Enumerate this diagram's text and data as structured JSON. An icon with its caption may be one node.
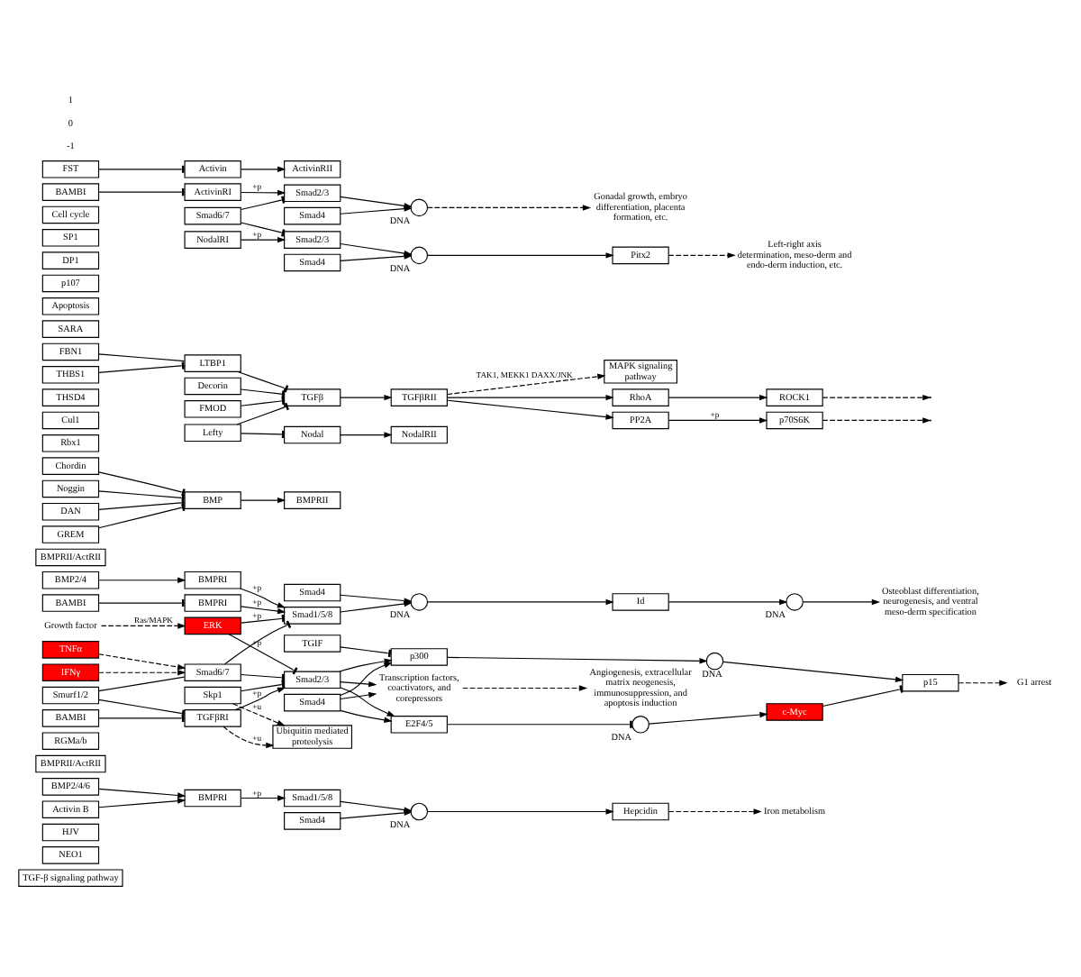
{
  "diagram": {
    "nodes": [
      {
        "text": [
          "TGF-β signaling pathway"
        ]
      },
      {
        "text": [
          "NEO1"
        ]
      },
      {
        "text": [
          "HJV"
        ]
      },
      {
        "text": [
          "BMP2/4/6"
        ]
      },
      {
        "text": [
          "Activin B"
        ]
      },
      {
        "text": [
          "BMPRI"
        ]
      },
      {
        "text": [
          "BMPRII/ActRII"
        ]
      },
      {
        "text": [
          "Smad1/5/8"
        ]
      },
      {
        "text": [
          "Smad4"
        ]
      },
      {
        "text": [
          "DNA"
        ]
      },
      {
        "text": [
          "Hepcidin"
        ]
      },
      {
        "text": [
          "Iron metabolism"
        ]
      },
      {
        "text": [
          "RGMa/b"
        ]
      },
      {
        "text": [
          "BMP2/4"
        ]
      },
      {
        "text": [
          "BMPRI"
        ]
      },
      {
        "text": [
          "BMPRII/ActRII"
        ]
      },
      {
        "text": [
          "Chordin"
        ]
      },
      {
        "text": [
          "Noggin"
        ]
      },
      {
        "text": [
          "BAMBI"
        ]
      },
      {
        "text": [
          "DAN"
        ]
      },
      {
        "text": [
          "BMP"
        ]
      },
      {
        "text": [
          "GREM"
        ]
      },
      {
        "text": [
          "BMPRI"
        ]
      },
      {
        "text": [
          "BMPRII"
        ]
      },
      {
        "text": [
          "Smad1/5/8"
        ]
      },
      {
        "text": [
          "Smad4"
        ]
      },
      {
        "text": [
          "DNA"
        ]
      },
      {
        "text": [
          "Id"
        ]
      },
      {
        "text": [
          "DNA"
        ]
      },
      {
        "text": [
          "Osteoblast differentiation, neurogenesis, and ventral meso-derm specification"
        ]
      },
      {
        "text": [
          "Growth factor"
        ]
      },
      {
        "text": [
          "ERK"
        ]
      },
      {
        "text": [
          "IFNγ"
        ]
      },
      {
        "text": [
          "TNFα"
        ]
      },
      {
        "text": [
          "Smad6/7"
        ]
      },
      {
        "text": [
          "Smurf1/2"
        ]
      },
      {
        "text": [
          "Rbx1"
        ]
      },
      {
        "text": [
          "Cul1"
        ]
      },
      {
        "text": [
          "Skp1"
        ]
      },
      {
        "text": [
          "THSD4"
        ]
      },
      {
        "text": [
          "FBN1"
        ]
      },
      {
        "text": [
          "THBS1"
        ]
      },
      {
        "text": [
          "LTBP1"
        ]
      },
      {
        "text": [
          "BAMBI"
        ]
      },
      {
        "text": [
          "Decorin"
        ]
      },
      {
        "text": [
          "TGFβ"
        ]
      },
      {
        "text": [
          "FMOD"
        ]
      },
      {
        "text": [
          "TGFβRI"
        ]
      },
      {
        "text": [
          "TGFβRII"
        ]
      },
      {
        "text": [
          "Smad2/3"
        ]
      },
      {
        "text": [
          "SARA"
        ]
      },
      {
        "text": [
          "Smad4"
        ]
      },
      {
        "text": [
          "Ubiquitin mediated proteolysis"
        ]
      },
      {
        "text": [
          "Transcription factors, coactivators, and corepressors"
        ]
      },
      {
        "text": [
          "Angiogenesis, extracellular matrix neogenesis, immunosuppression, and apoptosis induction"
        ]
      },
      {
        "text": [
          "Apoptosis"
        ]
      },
      {
        "text": [
          "p107"
        ]
      },
      {
        "text": [
          "E2F4/5"
        ]
      },
      {
        "text": [
          "DP1"
        ]
      },
      {
        "text": [
          "DNA"
        ]
      },
      {
        "text": [
          "c-Myc"
        ]
      },
      {
        "text": [
          "p300"
        ]
      },
      {
        "text": [
          "SP1"
        ]
      },
      {
        "text": [
          "DNA"
        ]
      },
      {
        "text": [
          "p15"
        ]
      },
      {
        "text": [
          "TGIF"
        ]
      },
      {
        "text": [
          "G1 arrest"
        ]
      },
      {
        "text": [
          "Cell cycle"
        ]
      },
      {
        "text": [
          "MAPK signaling pathway"
        ]
      },
      {
        "text": [
          "RhoA"
        ]
      },
      {
        "text": [
          "ROCK1"
        ]
      },
      {
        "text": [
          "PP2A"
        ]
      },
      {
        "text": [
          "p70S6K"
        ]
      },
      {
        "text": [
          "Lefty"
        ]
      },
      {
        "text": [
          "BAMBI"
        ]
      },
      {
        "text": [
          "ActivinRI"
        ]
      },
      {
        "text": [
          "ActivinRII"
        ]
      },
      {
        "text": [
          "FST"
        ]
      },
      {
        "text": [
          "Activin"
        ]
      },
      {
        "text": [
          "Smad2/3"
        ]
      },
      {
        "text": [
          "Smad6/7"
        ]
      },
      {
        "text": [
          "Smad4"
        ]
      },
      {
        "text": [
          "DNA"
        ]
      },
      {
        "text": [
          "Gonadal growth, embryo differentiation, placenta formation, etc."
        ]
      },
      {
        "text": [
          "Nodal"
        ]
      },
      {
        "text": [
          "NodalRI"
        ]
      },
      {
        "text": [
          "NodalRII"
        ]
      },
      {
        "text": [
          "Smad2/3"
        ]
      },
      {
        "text": [
          "Smad4"
        ]
      },
      {
        "text": [
          "DNA"
        ]
      },
      {
        "text": [
          "Pitx2"
        ]
      },
      {
        "text": [
          "Left-right axis determination, meso-derm and endo-derm induction, etc."
        ]
      }
    ],
    "edges": [
      {
        "from": 3,
        "to": 5,
        "arrow": "to"
      },
      {
        "from": 4,
        "to": 5,
        "arrow": "to"
      },
      {
        "from": 5,
        "to": 7,
        "arrow": "to",
        "label": "+p"
      },
      {
        "from": 7,
        "to": 9,
        "arrow": "to"
      },
      {
        "from": 8,
        "to": 9,
        "arrow": "to"
      },
      {
        "from": 9,
        "to": 10,
        "arrow": "to"
      },
      {
        "from": 10,
        "to": 11,
        "arrow": "to",
        "style": "dashed"
      },
      {
        "from": 13,
        "to": 14,
        "arrow": "to"
      },
      {
        "from": 14,
        "to": 24,
        "arrow": "to",
        "label": "+p"
      },
      {
        "from": 22,
        "to": 24,
        "arrow": "to",
        "label": "+p"
      },
      {
        "from": 16,
        "to": 20,
        "arrow": "other"
      },
      {
        "from": 17,
        "to": 20,
        "arrow": "other"
      },
      {
        "from": 19,
        "to": 20,
        "arrow": "other"
      },
      {
        "from": 21,
        "to": 20,
        "arrow": "other"
      },
      {
        "from": 20,
        "to": 23,
        "arrow": "to"
      },
      {
        "from": 18,
        "to": 22,
        "arrow": "other"
      },
      {
        "from": 24,
        "to": 26,
        "arrow": "to"
      },
      {
        "from": 25,
        "to": 26,
        "arrow": "to"
      },
      {
        "from": 26,
        "to": 27,
        "arrow": "to"
      },
      {
        "from": 27,
        "to": 28,
        "arrow": "to"
      },
      {
        "from": 28,
        "to": 29,
        "arrow": "to"
      },
      {
        "from": 34,
        "to": 24,
        "arrow": "other"
      },
      {
        "from": 34,
        "to": 49,
        "arrow": "other"
      },
      {
        "from": 30,
        "to": 31,
        "arrow": "to",
        "style": "dashed",
        "label": "Ras/MAPK"
      },
      {
        "from": 31,
        "to": 24,
        "arrow": "other",
        "label": "+p"
      },
      {
        "from": 31,
        "to": 49,
        "arrow": "other",
        "label": "+p"
      },
      {
        "from": 32,
        "to": 34,
        "arrow": "to",
        "style": "dashed"
      },
      {
        "from": 33,
        "to": 34,
        "arrow": "to",
        "style": "dashed"
      },
      {
        "from": 35,
        "to": 34,
        "arrow": "none"
      },
      {
        "from": 35,
        "to": 47,
        "arrow": "other"
      },
      {
        "from": 38,
        "to": 49,
        "arrow": "other"
      },
      {
        "from": 40,
        "to": 42,
        "arrow": "none"
      },
      {
        "from": 41,
        "to": 42,
        "arrow": "other"
      },
      {
        "from": 42,
        "to": 45,
        "arrow": "other"
      },
      {
        "from": 44,
        "to": 45,
        "arrow": "other"
      },
      {
        "from": 46,
        "to": 45,
        "arrow": "other"
      },
      {
        "from": 43,
        "to": 47,
        "arrow": "other"
      },
      {
        "from": 45,
        "to": 48,
        "arrow": "to"
      },
      {
        "from": 47,
        "to": 49,
        "arrow": "to",
        "label": "+p"
      },
      {
        "from": 47,
        "to": 52,
        "arrow": "to",
        "style": "dashed",
        "label": "+u"
      },
      {
        "from": 38,
        "to": 52,
        "arrow": "to",
        "style": "dashed",
        "label": "+u"
      },
      {
        "from": 49,
        "to": 53,
        "arrow": "to"
      },
      {
        "from": 49,
        "to": 57,
        "arrow": "to"
      },
      {
        "from": 49,
        "to": 61,
        "arrow": "to"
      },
      {
        "from": 51,
        "to": 53,
        "arrow": "to"
      },
      {
        "from": 51,
        "to": 57,
        "arrow": "to"
      },
      {
        "from": 51,
        "to": 61,
        "arrow": "to"
      },
      {
        "from": 53,
        "to": 54,
        "arrow": "to",
        "style": "dashed"
      },
      {
        "from": 57,
        "to": 59,
        "arrow": "other"
      },
      {
        "from": 59,
        "to": 60,
        "arrow": "to"
      },
      {
        "from": 60,
        "to": 64,
        "arrow": "other"
      },
      {
        "from": 61,
        "to": 63,
        "arrow": "to"
      },
      {
        "from": 63,
        "to": 64,
        "arrow": "to"
      },
      {
        "from": 64,
        "to": 66,
        "arrow": "to",
        "style": "dashed"
      },
      {
        "from": 65,
        "to": 61,
        "arrow": "other"
      },
      {
        "from": 48,
        "to": 68,
        "arrow": "to",
        "style": "dashed",
        "label": "TAK1, MEKK1 DAXX/JNK"
      },
      {
        "from": 48,
        "to": 69,
        "arrow": "to"
      },
      {
        "from": 48,
        "to": 71,
        "arrow": "to"
      },
      {
        "from": 69,
        "to": 70,
        "arrow": "to"
      },
      {
        "from": 71,
        "to": 72,
        "arrow": "to",
        "label": "+p"
      },
      {
        "from": 70,
        "to": null,
        "arrow": "to",
        "style": "dashed"
      },
      {
        "from": 72,
        "to": null,
        "arrow": "to",
        "style": "dashed"
      },
      {
        "from": 73,
        "to": 45,
        "arrow": "other"
      },
      {
        "from": 73,
        "to": 84,
        "arrow": "other"
      },
      {
        "from": 77,
        "to": 78,
        "arrow": "other"
      },
      {
        "from": 78,
        "to": 76,
        "arrow": "to"
      },
      {
        "from": 74,
        "to": 75,
        "arrow": "other"
      },
      {
        "from": 75,
        "to": 79,
        "arrow": "to",
        "label": "+p"
      },
      {
        "from": 80,
        "to": 79,
        "arrow": "other"
      },
      {
        "from": 80,
        "to": 87,
        "arrow": "other"
      },
      {
        "from": 79,
        "to": 82,
        "arrow": "to"
      },
      {
        "from": 81,
        "to": 82,
        "arrow": "to"
      },
      {
        "from": 82,
        "to": 83,
        "arrow": "to",
        "style": "dashed"
      },
      {
        "from": 84,
        "to": 86,
        "arrow": "to"
      },
      {
        "from": 85,
        "to": 87,
        "arrow": "to",
        "label": "+p"
      },
      {
        "from": 87,
        "to": 89,
        "arrow": "to"
      },
      {
        "from": 88,
        "to": 89,
        "arrow": "to"
      },
      {
        "from": 89,
        "to": 90,
        "arrow": "to"
      },
      {
        "from": 90,
        "to": 91,
        "arrow": "to",
        "style": "dashed"
      }
    ],
    "labels": [
      "-1",
      "0",
      "1"
    ]
  }
}
